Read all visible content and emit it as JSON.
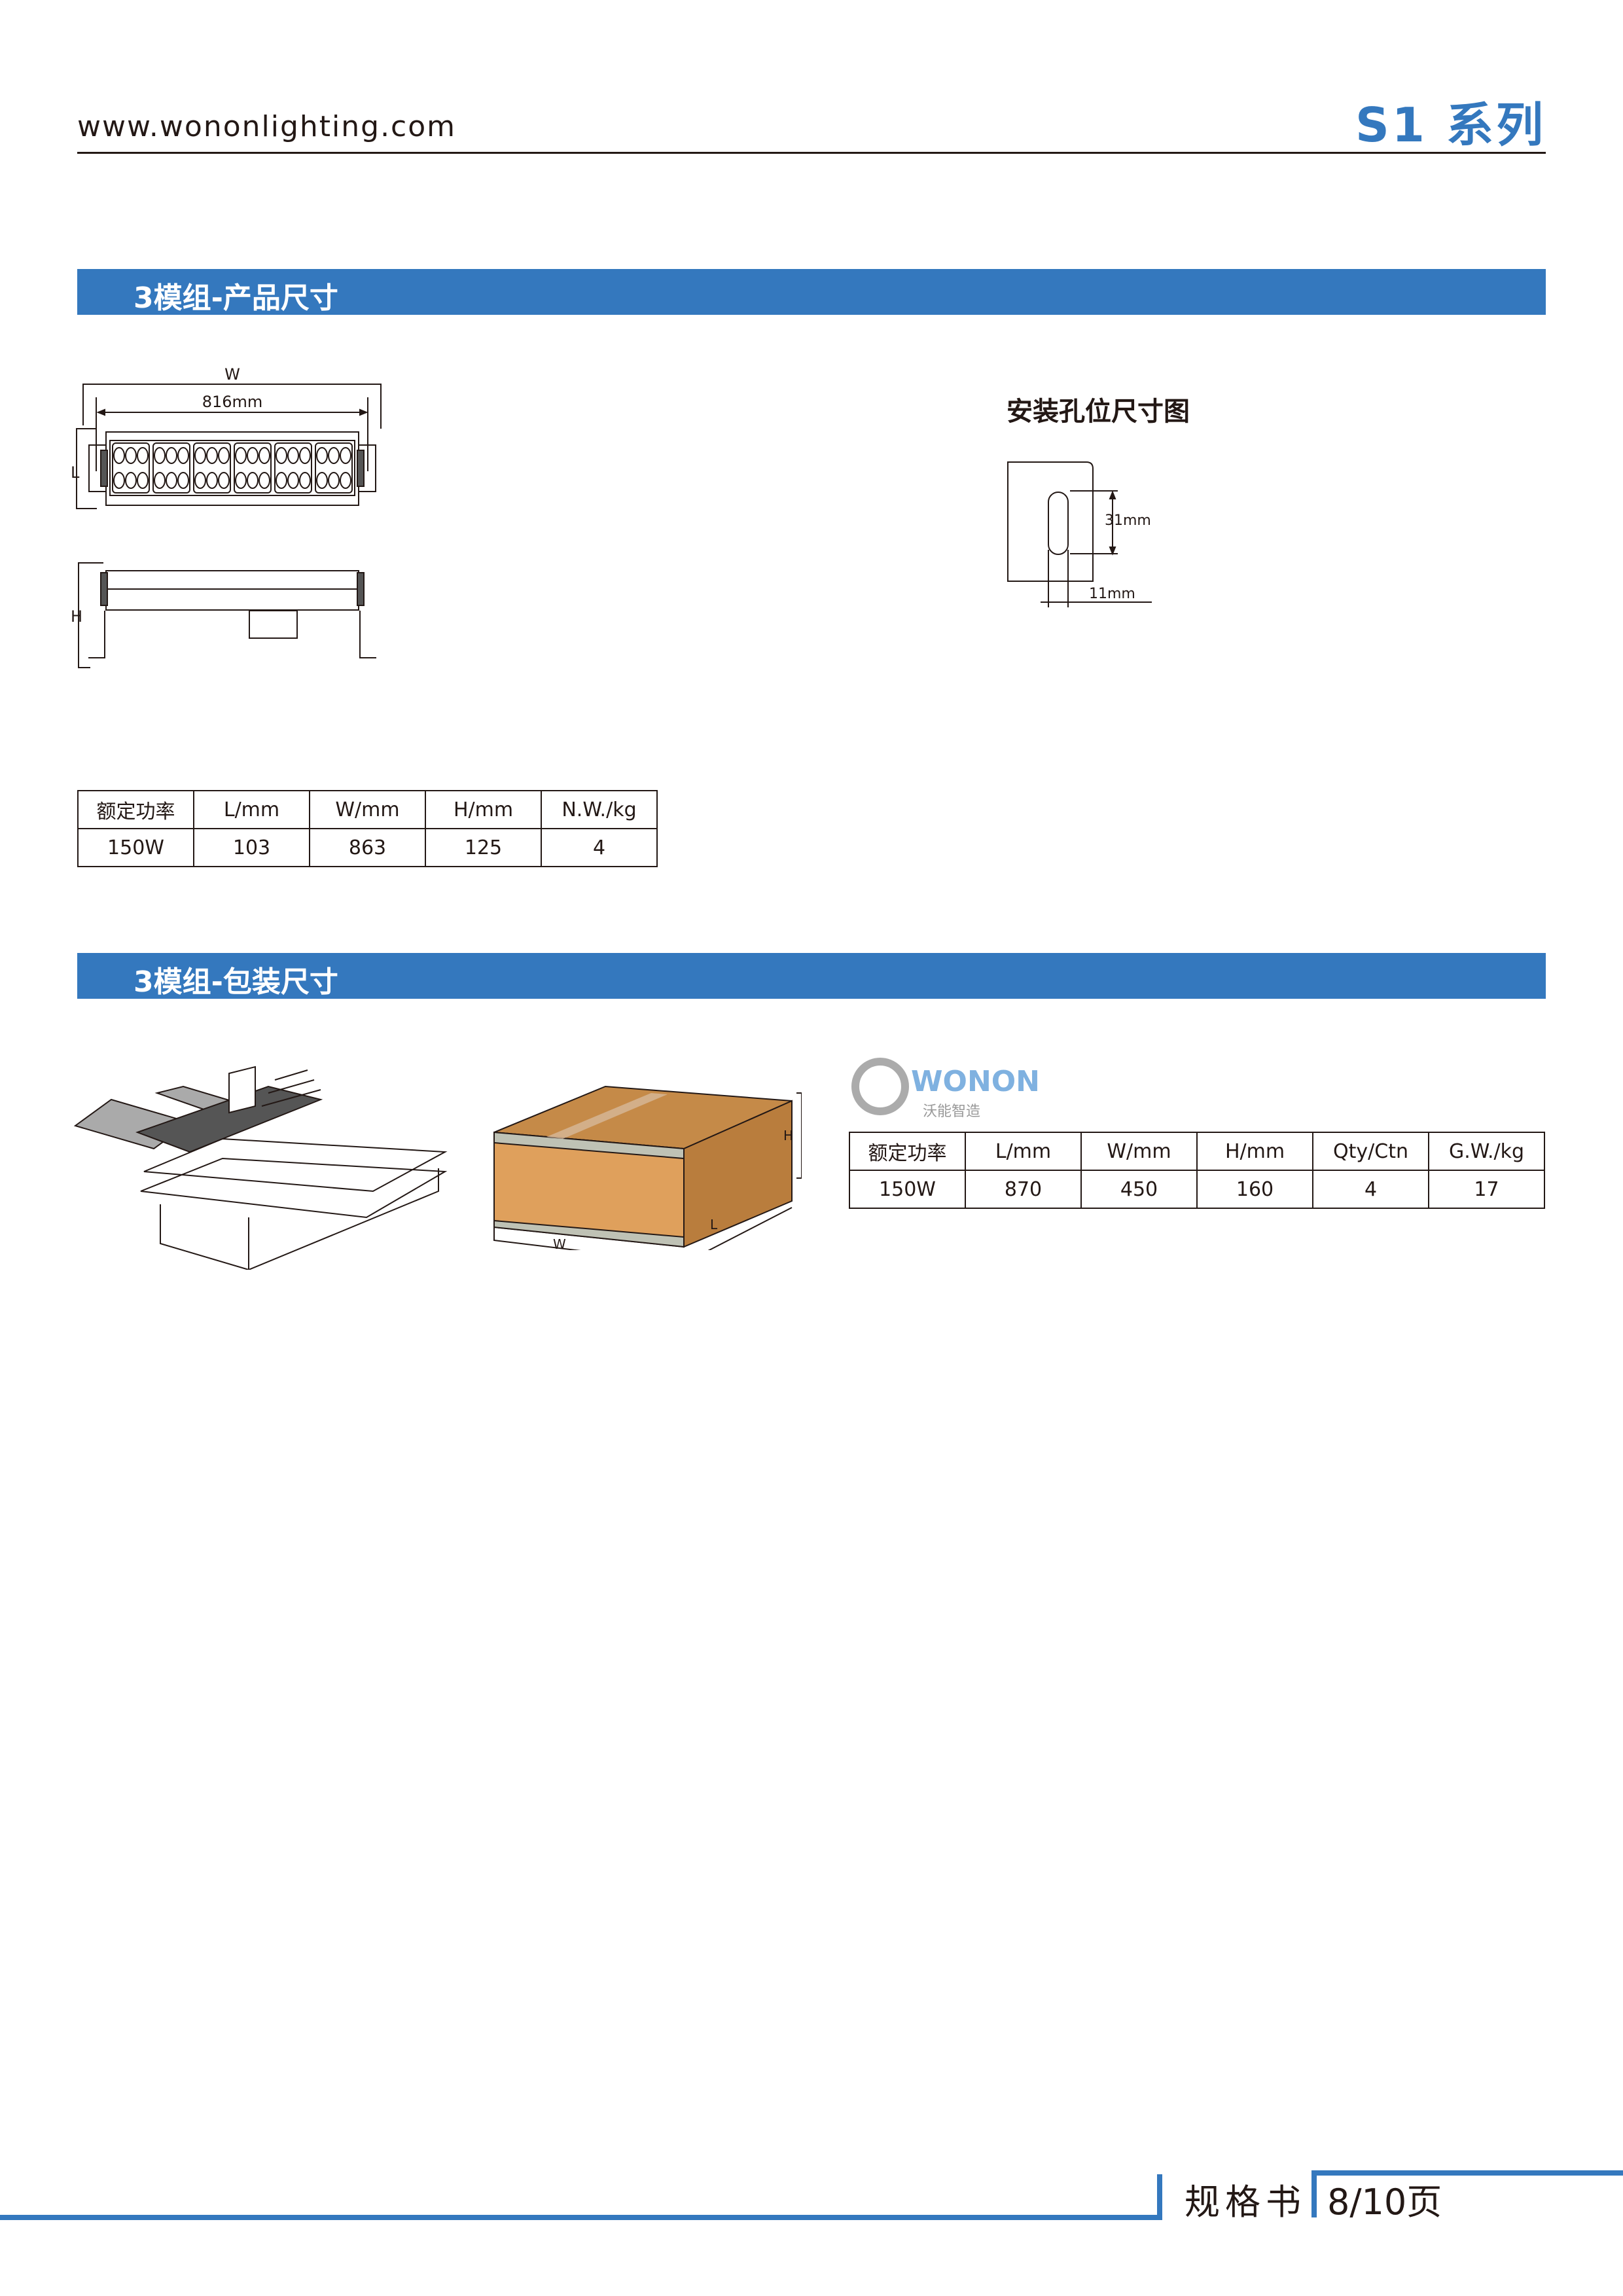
{
  "header": {
    "url": "www.wononlighting.com",
    "series": "S1 系列"
  },
  "section1": {
    "title": "3模组-产品尺寸",
    "drawing": {
      "w_label": "W",
      "inner_width": "816mm",
      "l_label": "L",
      "h_label": "H"
    },
    "hole": {
      "title": "安装孔位尺寸图",
      "height": "31mm",
      "width": "11mm"
    },
    "table": {
      "headers": [
        "额定功率",
        "L/mm",
        "W/mm",
        "H/mm",
        "N.W./kg"
      ],
      "row": [
        "150W",
        "103",
        "863",
        "125",
        "4"
      ]
    }
  },
  "section2": {
    "title": "3模组-包装尺寸",
    "box": {
      "w_label": "W",
      "l_label": "L",
      "h_label": "H"
    },
    "logo": {
      "text": "WONON",
      "sub": "沃能智造"
    },
    "table": {
      "headers": [
        "额定功率",
        "L/mm",
        "W/mm",
        "H/mm",
        "Qty/Ctn",
        "G.W./kg"
      ],
      "row": [
        "150W",
        "870",
        "450",
        "160",
        "4",
        "17"
      ]
    }
  },
  "footer": {
    "doc": "规格书",
    "page": "8/10页"
  },
  "colors": {
    "accent": "#3478be",
    "box": "#d99a55"
  }
}
